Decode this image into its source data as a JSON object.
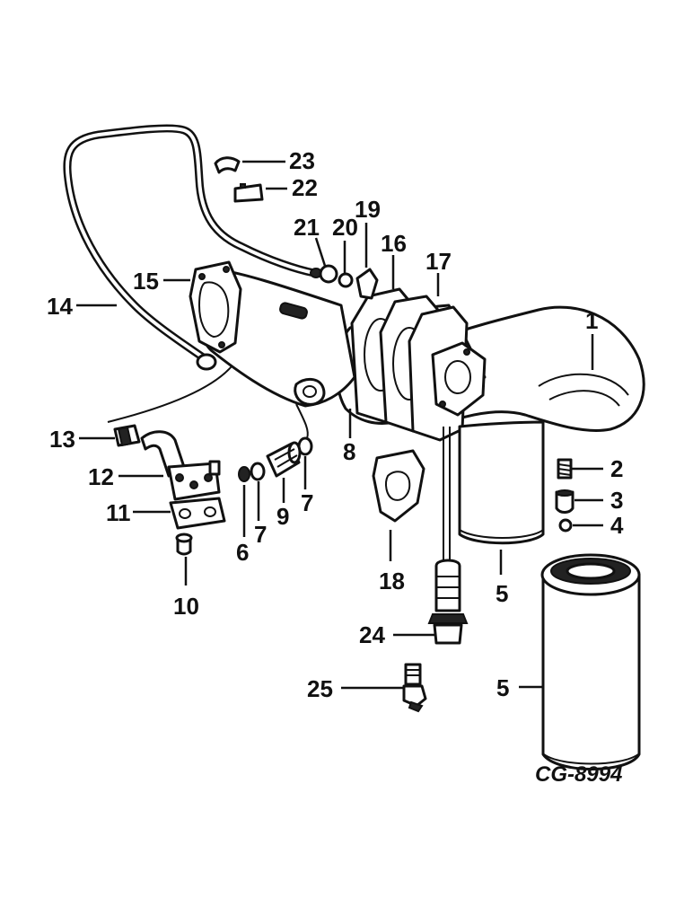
{
  "figure": {
    "code": "CG-8994"
  },
  "callouts": [
    {
      "id": "c1",
      "label": "1"
    },
    {
      "id": "c2",
      "label": "2"
    },
    {
      "id": "c3",
      "label": "3"
    },
    {
      "id": "c4",
      "label": "4"
    },
    {
      "id": "c5a",
      "label": "5"
    },
    {
      "id": "c5b",
      "label": "5"
    },
    {
      "id": "c6",
      "label": "6"
    },
    {
      "id": "c7a",
      "label": "7"
    },
    {
      "id": "c7b",
      "label": "7"
    },
    {
      "id": "c8",
      "label": "8"
    },
    {
      "id": "c9",
      "label": "9"
    },
    {
      "id": "c10",
      "label": "10"
    },
    {
      "id": "c11",
      "label": "11"
    },
    {
      "id": "c12",
      "label": "12"
    },
    {
      "id": "c13",
      "label": "13"
    },
    {
      "id": "c14",
      "label": "14"
    },
    {
      "id": "c15",
      "label": "15"
    },
    {
      "id": "c16",
      "label": "16"
    },
    {
      "id": "c17",
      "label": "17"
    },
    {
      "id": "c18",
      "label": "18"
    },
    {
      "id": "c19",
      "label": "19"
    },
    {
      "id": "c20",
      "label": "20"
    },
    {
      "id": "c21",
      "label": "21"
    },
    {
      "id": "c22",
      "label": "22"
    },
    {
      "id": "c23",
      "label": "23"
    },
    {
      "id": "c24",
      "label": "24"
    },
    {
      "id": "c25",
      "label": "25"
    }
  ]
}
